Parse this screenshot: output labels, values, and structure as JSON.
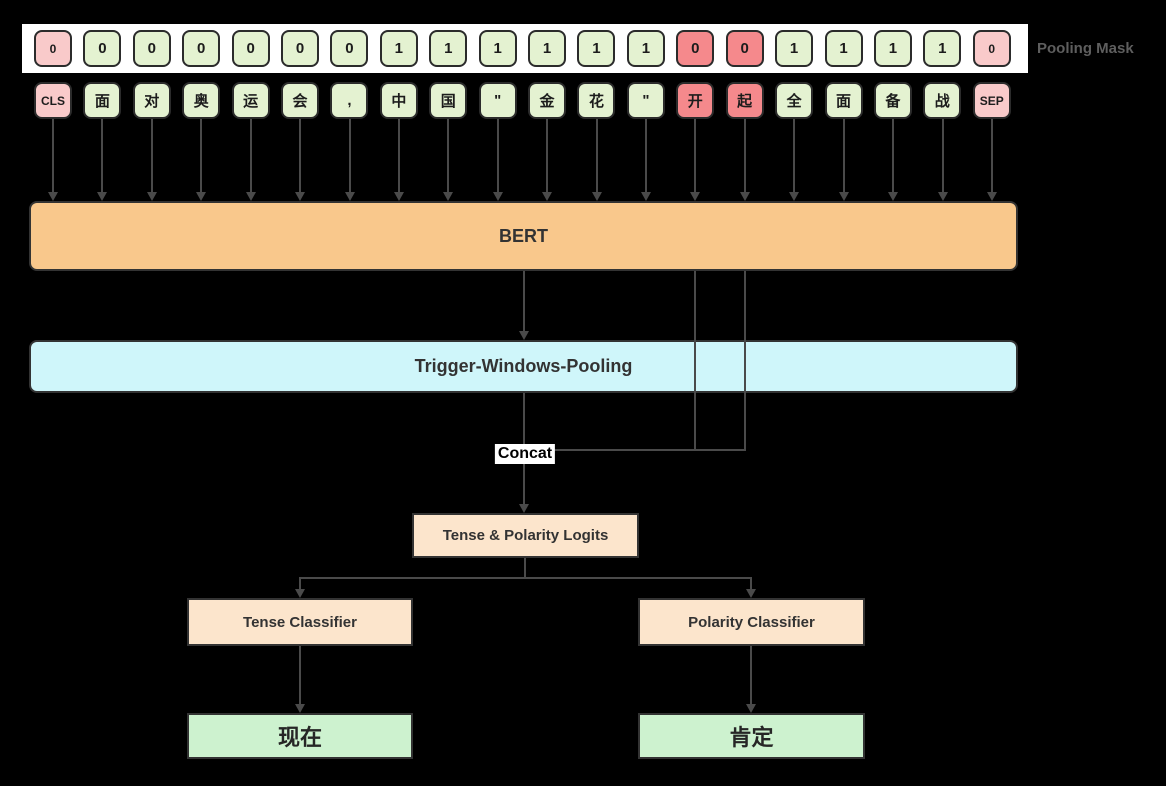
{
  "pooling_mask": {
    "label": "Pooling Mask",
    "values": [
      "0",
      "0",
      "0",
      "0",
      "0",
      "0",
      "0",
      "1",
      "1",
      "1",
      "1",
      "1",
      "1",
      "0",
      "0",
      "1",
      "1",
      "1",
      "1",
      "0"
    ]
  },
  "tokens": [
    {
      "text": "CLS",
      "type": "special"
    },
    {
      "text": "面",
      "type": "normal"
    },
    {
      "text": "对",
      "type": "normal"
    },
    {
      "text": "奥",
      "type": "normal"
    },
    {
      "text": "运",
      "type": "normal"
    },
    {
      "text": "会",
      "type": "normal"
    },
    {
      "text": ",",
      "type": "normal"
    },
    {
      "text": "中",
      "type": "normal"
    },
    {
      "text": "国",
      "type": "normal"
    },
    {
      "text": "\"",
      "type": "normal"
    },
    {
      "text": "金",
      "type": "normal"
    },
    {
      "text": "花",
      "type": "normal"
    },
    {
      "text": "\"",
      "type": "normal"
    },
    {
      "text": "开",
      "type": "trigger"
    },
    {
      "text": "起",
      "type": "trigger"
    },
    {
      "text": "全",
      "type": "normal"
    },
    {
      "text": "面",
      "type": "normal"
    },
    {
      "text": "备",
      "type": "normal"
    },
    {
      "text": "战",
      "type": "normal"
    },
    {
      "text": "SEP",
      "type": "special"
    }
  ],
  "trigger_indices": [
    13,
    14
  ],
  "nodes": {
    "bert": {
      "label": "BERT"
    },
    "pooling": {
      "label": "Trigger-Windows-Pooling"
    },
    "concat": {
      "label": "Concat"
    },
    "logits": {
      "label": "Tense & Polarity Logits"
    },
    "tense_classifier": {
      "label": "Tense Classifier"
    },
    "polarity_classifier": {
      "label": "Polarity Classifier"
    },
    "tense_output": {
      "label": "现在"
    },
    "polarity_output": {
      "label": "肯定"
    }
  },
  "colors": {
    "cell_normal": "#e4f2d1",
    "cell_special": "#f9caca",
    "cell_trigger": "#f5898c",
    "bert_fill": "#f9c88c",
    "pooling_fill": "#cff6fa",
    "logits_fill": "#fce5cc",
    "output_fill": "#cdf2cf",
    "line": "#4a4a4a",
    "border_dark": "#2b2b2b",
    "label_text": "#333333",
    "mask_label_text": "#5e5e5e",
    "background": "#000000"
  }
}
